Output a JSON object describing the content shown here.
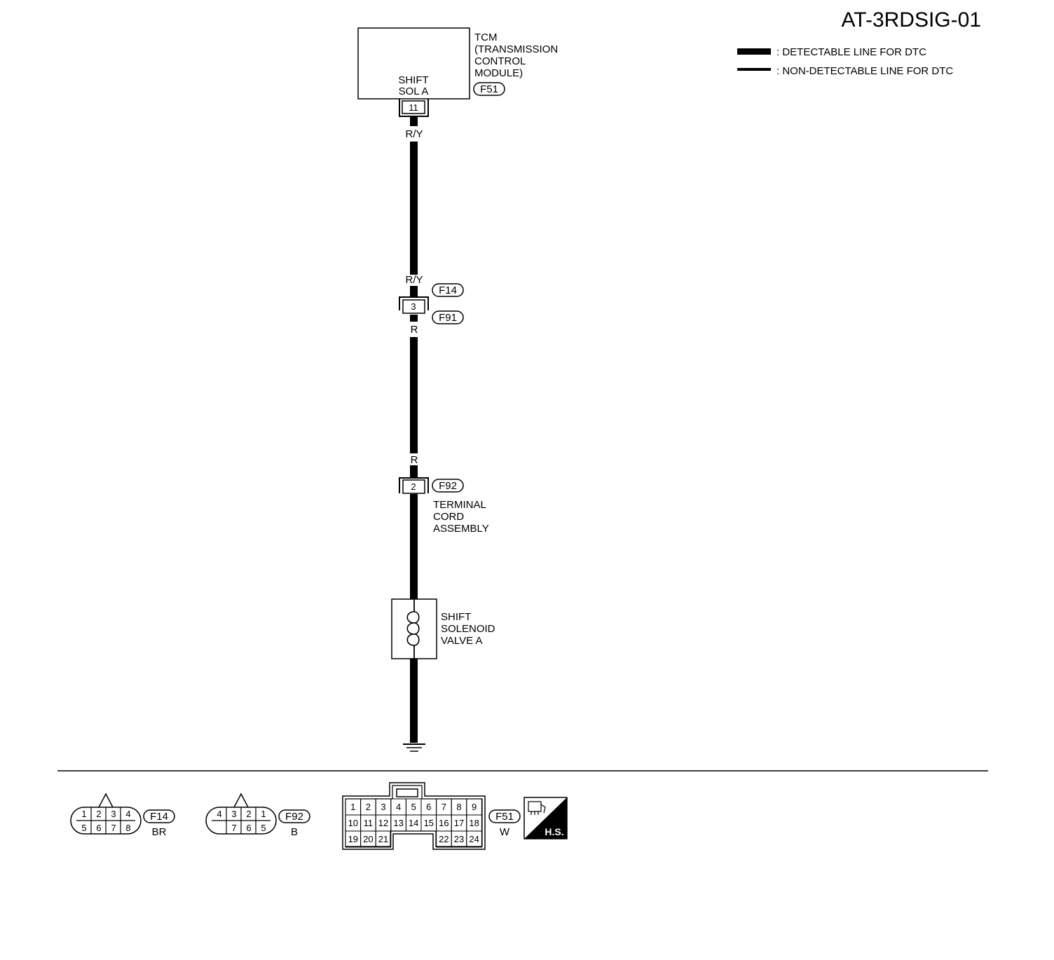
{
  "header": {
    "diagram_id": "AT-3RDSIG-01"
  },
  "legend": {
    "detectable": ": DETECTABLE LINE FOR DTC",
    "non_detectable": ": NON-DETECTABLE LINE FOR DTC"
  },
  "tcm": {
    "name": "TCM",
    "desc_lines": [
      "(TRANSMISSION",
      "CONTROL",
      "MODULE)"
    ],
    "terminal_label": [
      "SHIFT",
      "SOL A"
    ],
    "connector": "F51",
    "pin": "11"
  },
  "wires": {
    "top_color": "R/Y",
    "mid_color_top": "R/Y",
    "mid_color_bottom": "R",
    "low_color": "R"
  },
  "inline_connector": {
    "connector_a": "F14",
    "connector_b": "F91",
    "pin": "3"
  },
  "terminal_cord": {
    "connector": "F92",
    "pin": "2",
    "label_lines": [
      "TERMINAL",
      "CORD",
      "ASSEMBLY"
    ]
  },
  "solenoid": {
    "label_lines": [
      "SHIFT",
      "SOLENOID",
      "VALVE A"
    ]
  },
  "connector_views": [
    {
      "id": "F14",
      "color": "BR",
      "top_pins": [
        "1",
        "2",
        "3",
        "4"
      ],
      "bottom_pins": [
        "5",
        "6",
        "7",
        "8"
      ]
    },
    {
      "id": "F92",
      "color": "B",
      "top_pins": [
        "4",
        "3",
        "2",
        "1"
      ],
      "bottom_pins": [
        "7",
        "6",
        "5"
      ]
    },
    {
      "id": "F51",
      "color": "W",
      "row1": [
        "1",
        "2",
        "3",
        "4",
        "5",
        "6",
        "7",
        "8",
        "9"
      ],
      "row2": [
        "10",
        "11",
        "12",
        "13",
        "14",
        "15",
        "16",
        "17",
        "18"
      ],
      "row3_left": [
        "19",
        "20",
        "21"
      ],
      "row3_right": [
        "22",
        "23",
        "24"
      ]
    }
  ],
  "hs_badge": "H.S."
}
